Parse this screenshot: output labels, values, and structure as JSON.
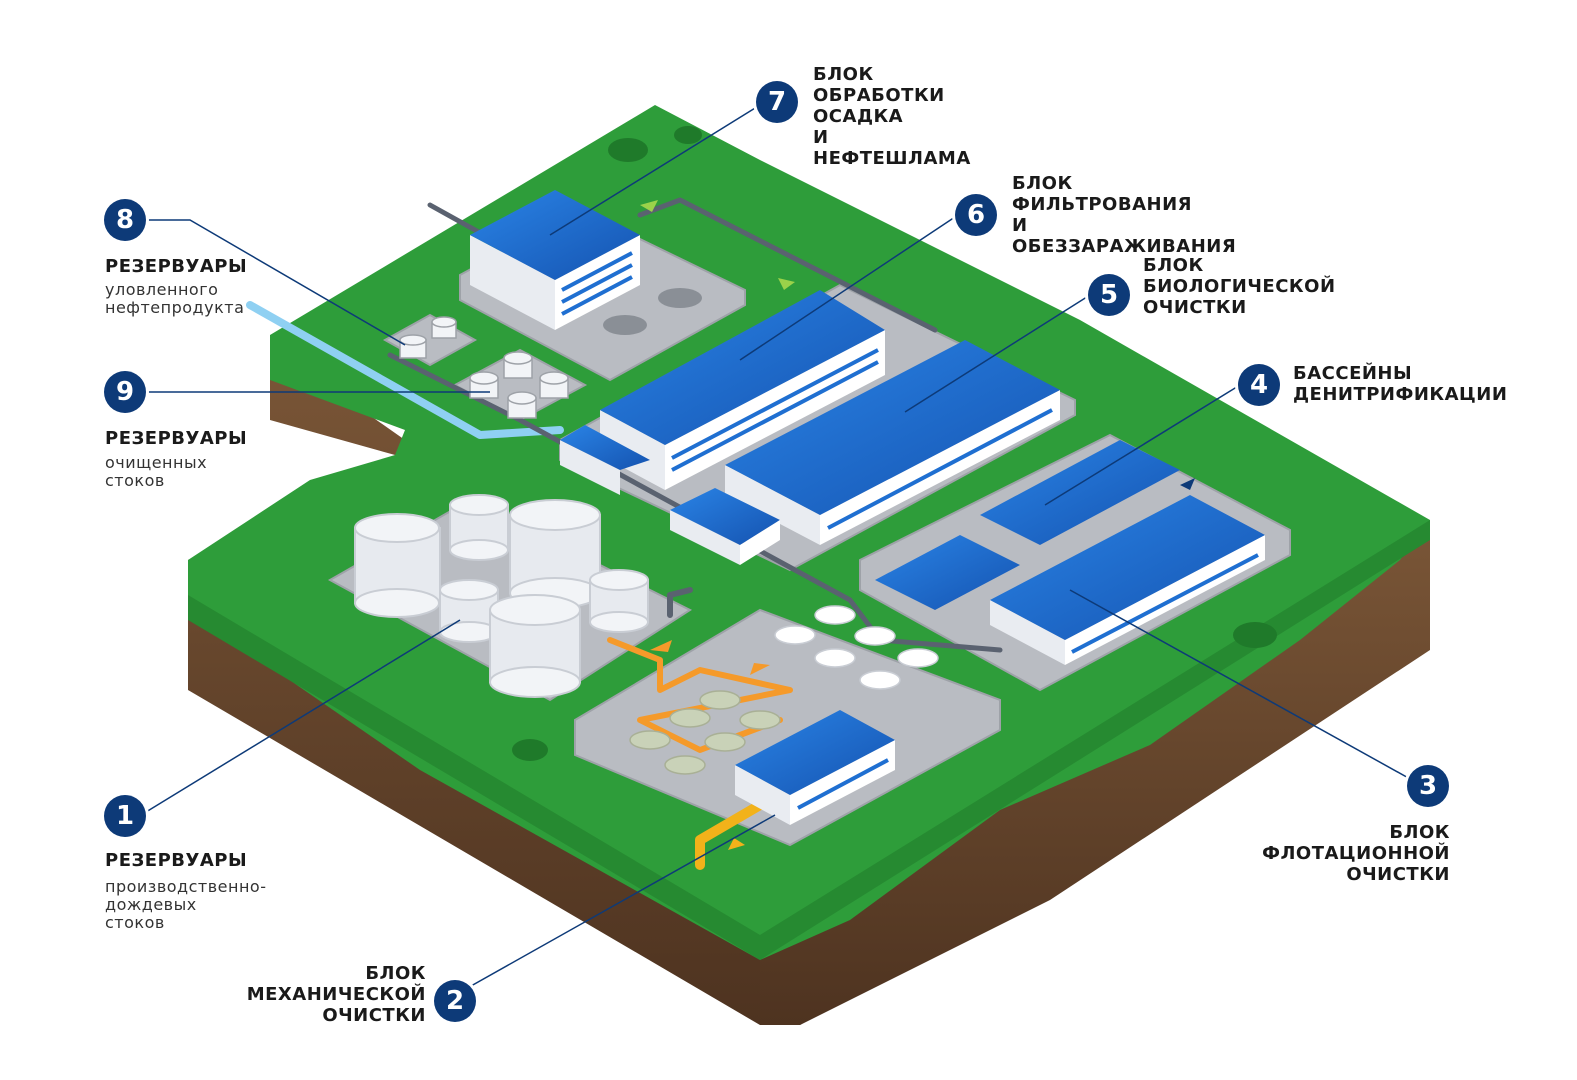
{
  "callouts": [
    {
      "num": "1",
      "title": "РЕЗЕРВУАРЫ",
      "sub": "производственно-дождевых\nстоков"
    },
    {
      "num": "2",
      "title": "БЛОК\nМЕХАНИЧЕСКОЙ\nОЧИСТКИ"
    },
    {
      "num": "3",
      "title": "БЛОК\nФЛОТАЦИОННОЙ\nОЧИСТКИ"
    },
    {
      "num": "4",
      "title": "БАССЕЙНЫ\nДЕНИТРИФИКАЦИИ"
    },
    {
      "num": "5",
      "title": "БЛОК\nБИОЛОГИЧЕСКОЙ\nОЧИСТКИ"
    },
    {
      "num": "6",
      "title": "БЛОК\nФИЛЬТРОВАНИЯ\nИ ОБЕЗЗАРАЖИВАНИЯ"
    },
    {
      "num": "7",
      "title": "БЛОК\nОБРАБОТКИ ОСАДКА\nИ НЕФТЕШЛАМА"
    },
    {
      "num": "8",
      "title": "РЕЗЕРВУАРЫ",
      "sub": "уловленного\nнефтепродукта"
    },
    {
      "num": "9",
      "title": "РЕЗЕРВУАРЫ",
      "sub": "очищенных\nстоков"
    }
  ],
  "colors": {
    "grass": "#2e9d3a",
    "soil": "#6a4a30",
    "roof": "#1f6fd1",
    "wall": "#f4f6fa",
    "pad": "#b9bcc2",
    "badge": "#0d3a78",
    "pipe_orange": "#f59a2a",
    "pipe_yellow": "#f2b21a",
    "pipe_blue": "#8fd0f2"
  }
}
